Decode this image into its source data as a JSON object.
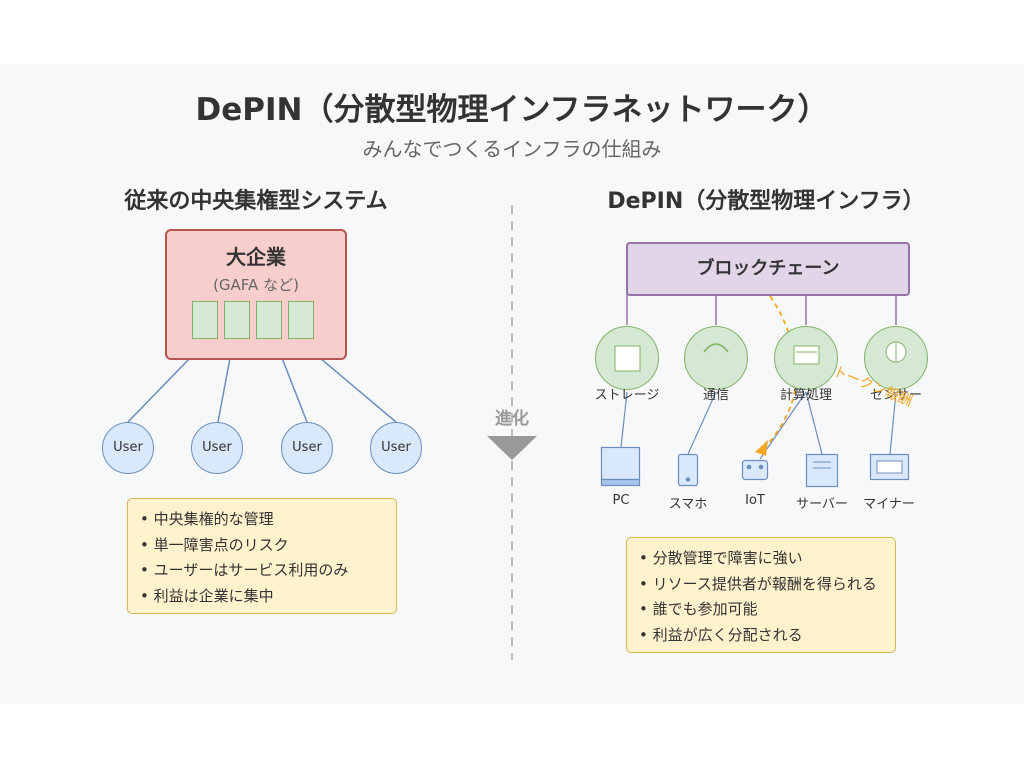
{
  "title": "DePIN（分散型物理インフラネットワーク）",
  "subtitle": "みんなでつくるインフラの仕組み",
  "left": {
    "title": "従来の中央集権型システム",
    "enterprise_name": "大企業",
    "enterprise_sub": "(GAFA など)",
    "users": [
      "User",
      "User",
      "User",
      "User"
    ],
    "notes": [
      "中央集権的な管理",
      "単一障害点のリスク",
      "ユーザーはサービス利用のみ",
      "利益は企業に集中"
    ]
  },
  "divider": {
    "label": "進化"
  },
  "right": {
    "title": "DePIN（分散型物理インフラ）",
    "blockchain": "ブロックチェーン",
    "nodes": [
      {
        "label": "ストレージ",
        "icon": "storage-icon"
      },
      {
        "label": "通信",
        "icon": "signal-icon"
      },
      {
        "label": "計算処理",
        "icon": "compute-icon"
      },
      {
        "label": "センサー",
        "icon": "sensor-icon"
      }
    ],
    "devices": [
      {
        "label": "PC",
        "icon": "pc-icon"
      },
      {
        "label": "スマホ",
        "icon": "smartphone-icon"
      },
      {
        "label": "IoT",
        "icon": "iot-icon"
      },
      {
        "label": "サーバー",
        "icon": "server-icon"
      },
      {
        "label": "マイナー",
        "icon": "miner-icon"
      }
    ],
    "token_label": "トークン報酬",
    "notes": [
      "分散管理で障害に強い",
      "リソース提供者が報酬を得られる",
      "誰でも参加可能",
      "利益が広く分配される"
    ]
  },
  "colors": {
    "enterprise_fill": "#f8cecc",
    "enterprise_stroke": "#b85450",
    "user_fill": "#dae8fc",
    "user_stroke": "#6c8ebf",
    "node_fill": "#d5e8d4",
    "node_stroke": "#82b366",
    "blockchain_fill": "#e1d5e7",
    "blockchain_stroke": "#9673a6",
    "note_fill": "#fff2cc",
    "note_stroke": "#d6b656",
    "token_arrow": "#f5a623"
  }
}
